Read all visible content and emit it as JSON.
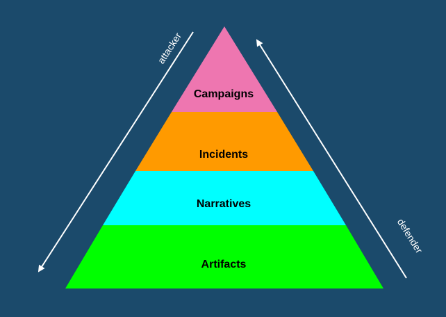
{
  "pyramid": {
    "layers": [
      {
        "label": "Campaigns",
        "color": "#ee76b0"
      },
      {
        "label": "Incidents",
        "color": "#ff9a00"
      },
      {
        "label": "Narratives",
        "color": "#00ffff"
      },
      {
        "label": "Artifacts",
        "color": "#00ff00"
      }
    ]
  },
  "arrows": {
    "left_label": "attacker",
    "right_label": "defender",
    "color": "#ffffff"
  },
  "background": "#1b4a6b"
}
